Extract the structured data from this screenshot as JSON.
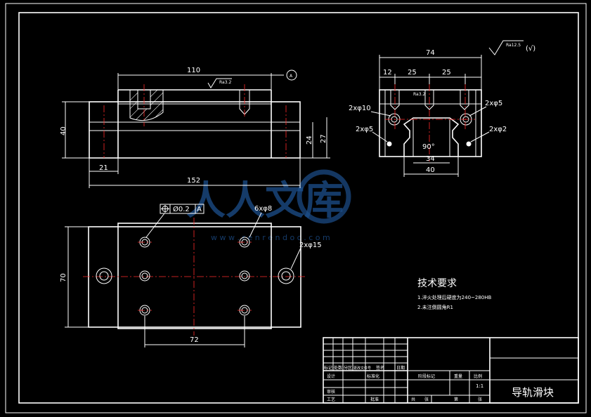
{
  "views": {
    "front": {
      "dim_top": "110",
      "dim_height": "40",
      "dim_left": "21",
      "dim_total": "152",
      "dim_24": "24",
      "dim_27": "27",
      "datum": "A",
      "roughness_small": "Ra3.2"
    },
    "side": {
      "dim_overall": "74",
      "dim_12": "12",
      "dim_25a": "25",
      "dim_25b": "25",
      "hole_10": "2xφ10",
      "hole_5_right": "2xφ5",
      "hole_5_left": "2xφ5",
      "hole_2": "2xφ2",
      "angle": "90°",
      "dim_34": "34",
      "dim_40": "40",
      "roughness_small": "Ra3.2"
    },
    "top": {
      "tolerance_value": "Ø0.2",
      "tolerance_datum": "A",
      "holes_8": "6xφ8",
      "holes_15": "2xφ15",
      "dim_70": "70",
      "dim_72": "72"
    }
  },
  "roughness": {
    "value": "Ra12.5",
    "bracket": "(√)"
  },
  "tech_requirements": {
    "title": "技术要求",
    "line1": "1.淬火处理后硬度为240~280HB",
    "line2": "2.未注倒圆角R1"
  },
  "title_block": {
    "part_name": "导轨滑块",
    "scale": "1:1",
    "labels": {
      "mark": "标记",
      "count": "处数",
      "zone": "分区",
      "change_doc": "更改文件号",
      "signature": "签名",
      "date": "日期",
      "design": "设计",
      "standardize": "标准化",
      "stage_mark": "阶段标记",
      "weight": "重量",
      "scale_label": "比例",
      "review": "审核",
      "process": "工艺",
      "approve": "批准",
      "total": "共",
      "sheets": "张",
      "sheet_no": "第",
      "sheet_unit": "张"
    }
  },
  "watermark": {
    "text": "人人文库",
    "url": "w w w . r e n r e n d o c . c o m"
  }
}
